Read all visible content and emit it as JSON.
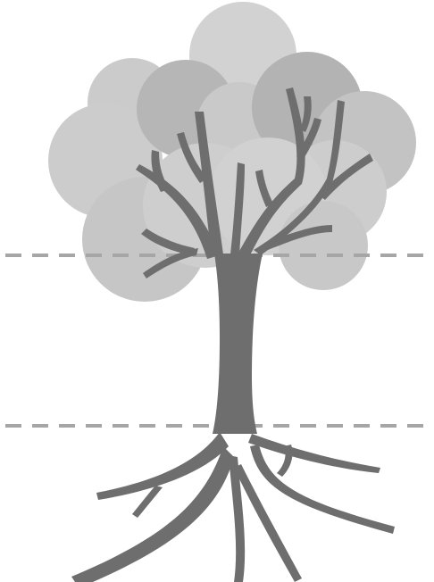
{
  "diagram": {
    "subject": "tree-with-roots",
    "colors": {
      "background": "#ffffff",
      "trunk": "#6e6e6e",
      "roots": "#6e6e6e",
      "branches": "#6e6e6e",
      "crown_light": "#d2d2d2",
      "crown_mid": "#c4c4c4",
      "crown_dark": "#b2b2b2",
      "divider_lines": "#a6a6a6"
    },
    "regions": [
      "crown",
      "trunk",
      "roots"
    ],
    "dividers": [
      {
        "name": "crown-trunk-divider",
        "style": "dashed"
      },
      {
        "name": "trunk-root-divider",
        "style": "dashed"
      }
    ]
  }
}
